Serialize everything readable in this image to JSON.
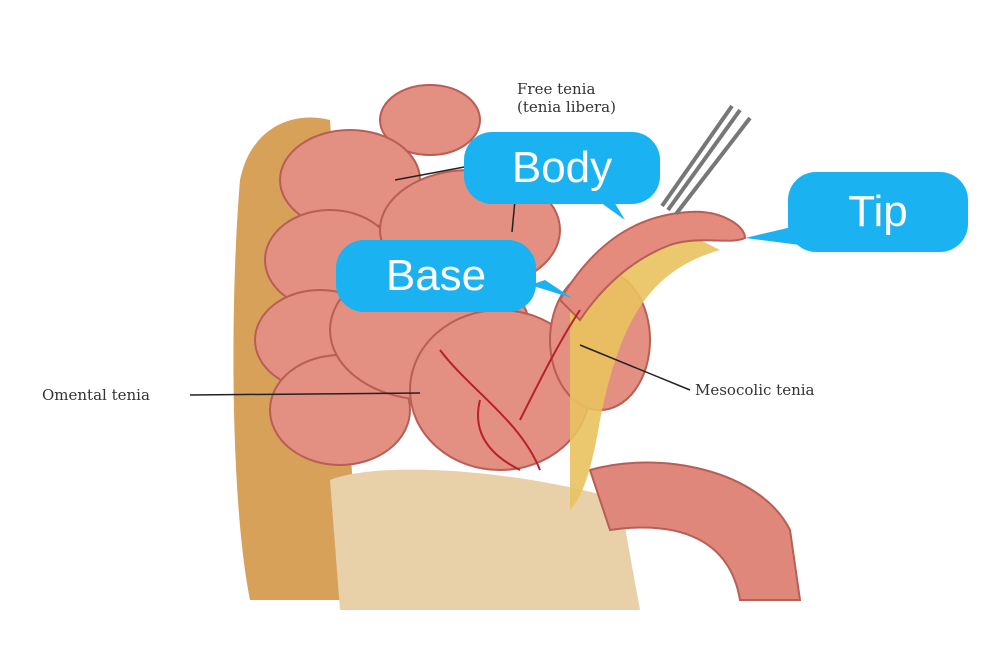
{
  "title": "Appendix anatomy",
  "labels": {
    "free_tenia": "Free tenia",
    "free_tenia_alt": "(tenia libera)",
    "omental_tenia": "Omental tenia",
    "mesocolic_tenia": "Mesocolic tenia"
  },
  "callouts": {
    "body": "Body",
    "base": "Base",
    "tip": "Tip"
  },
  "colors": {
    "callout": "#1bb2f2",
    "tissue": "#e69a8e",
    "fat": "#e2b45c"
  }
}
